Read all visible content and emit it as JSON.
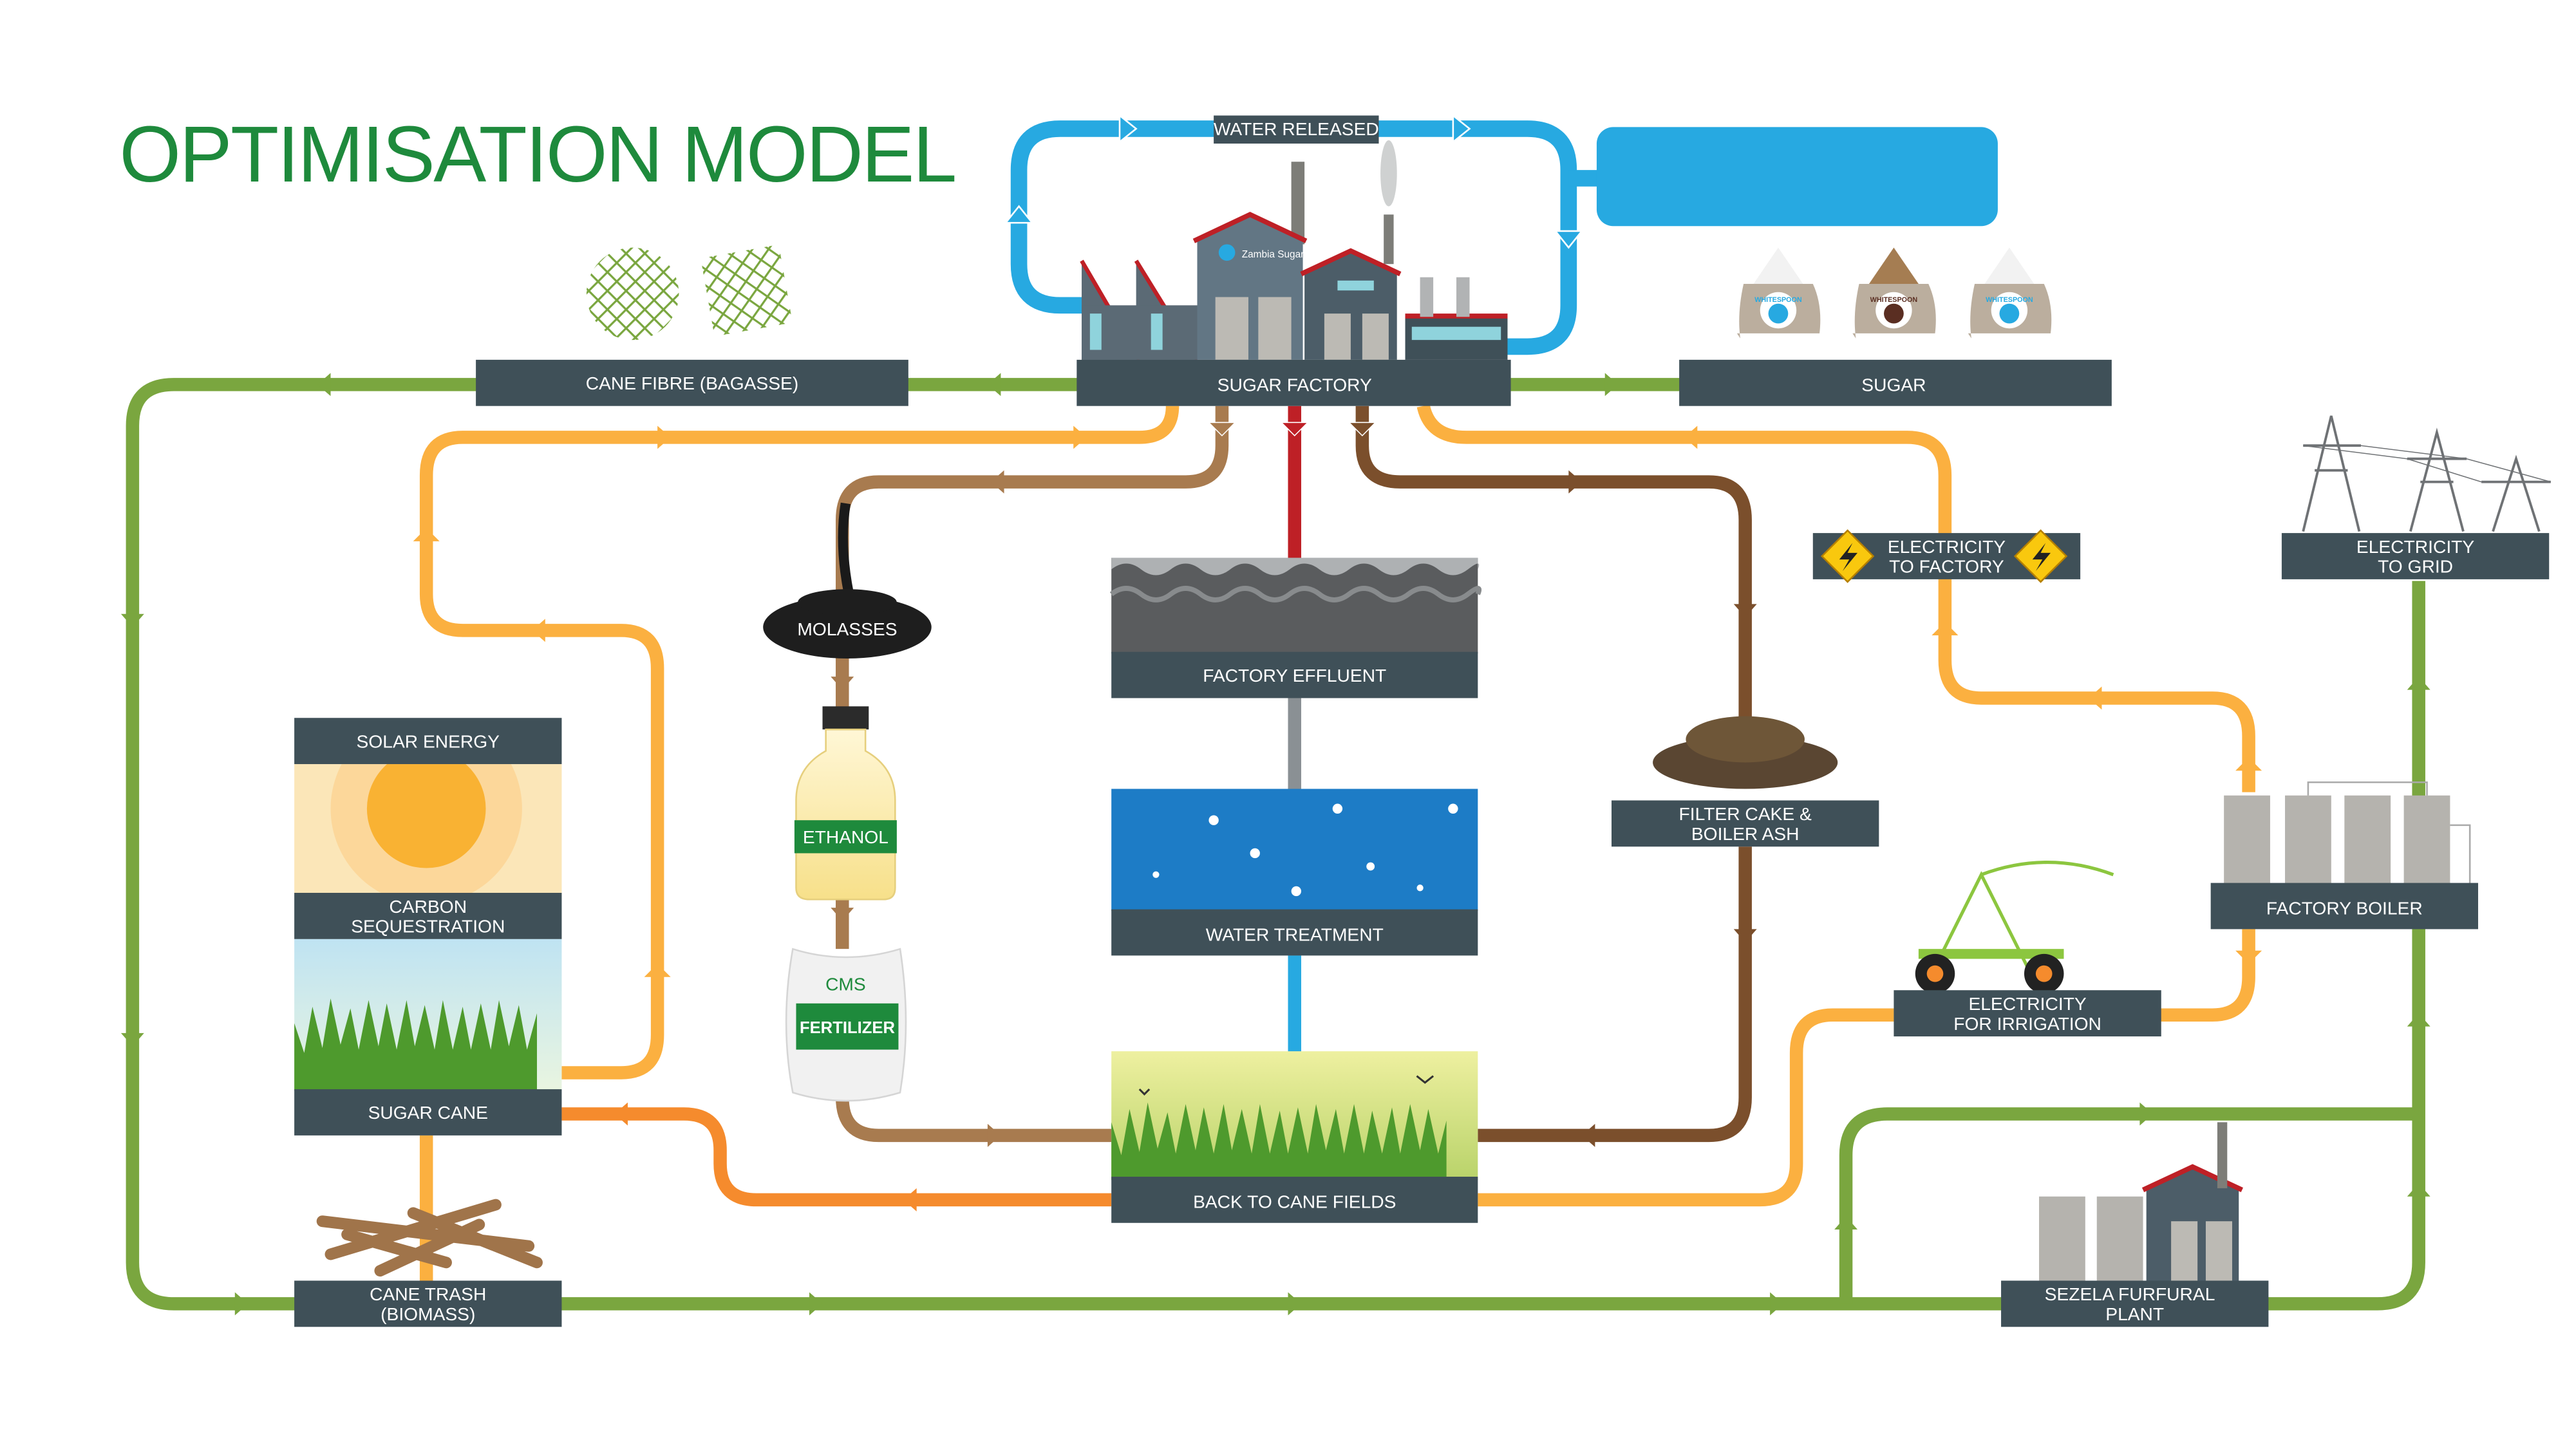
{
  "title": "OPTIMISATION MODEL",
  "colors": {
    "title_green": "#1e8a3c",
    "label_box": "#3f5058",
    "water_blue": "#27a9e1",
    "green_flow": "#7aa63f",
    "orange_flow": "#fbb040",
    "dark_orange_flow": "#f58b2d",
    "light_brown_flow": "#a87b4f",
    "dark_brown_flow": "#7b4f2c",
    "red_flow": "#be2026",
    "effluent_grey": "#8a9094"
  },
  "nodes": {
    "water_released": "WATER RELEASED",
    "cane_fibre": "CANE FIBRE (BAGASSE)",
    "sugar_factory": "SUGAR FACTORY",
    "factory_brand": "Zambia Sugar",
    "sugar": "SUGAR",
    "sugar_bag_brand": "WHITESPOON",
    "molasses": "MOLASSES",
    "ethanol": "ETHANOL",
    "fertilizer_brand": "CMS",
    "fertilizer": "FERTILIZER",
    "factory_effluent": "FACTORY EFFLUENT",
    "water_treatment": "WATER TREATMENT",
    "back_to_cane_fields": "BACK TO CANE FIELDS",
    "filter_cake": [
      "FILTER CAKE &",
      "BOILER ASH"
    ],
    "electricity_to_factory": [
      "ELECTRICITY",
      "TO FACTORY"
    ],
    "electricity_to_grid": [
      "ELECTRICITY",
      "TO GRID"
    ],
    "factory_boiler": "FACTORY BOILER",
    "electricity_for_irrigation": [
      "ELECTRICITY",
      "FOR IRRIGATION"
    ],
    "sezela_furfural_plant": [
      "SEZELA FURFURAL",
      "PLANT"
    ],
    "solar_energy": "SOLAR ENERGY",
    "carbon_sequestration": [
      "CARBON",
      "SEQUESTRATION"
    ],
    "sugar_cane": "SUGAR CANE",
    "cane_trash": [
      "CANE TRASH",
      "(BIOMASS)"
    ]
  },
  "icons": [
    "factory-icon",
    "sugar-bag-icon",
    "bagasse-mesh-icon",
    "molasses-puddle-icon",
    "ethanol-bottle-icon",
    "fertilizer-bag-icon",
    "lightning-warning-icon",
    "power-pylon-icon",
    "boiler-tanks-icon",
    "irrigation-pivot-icon",
    "filter-cake-pile-icon",
    "sun-icon",
    "grass-icon",
    "cane-trash-icon",
    "wave-icon",
    "bird-icon"
  ]
}
